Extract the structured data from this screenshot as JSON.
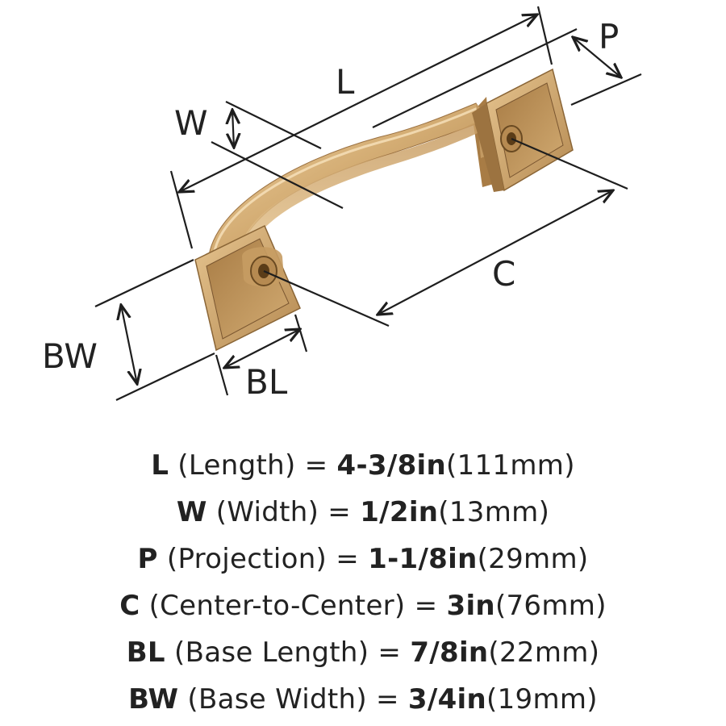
{
  "diagram": {
    "labels": {
      "L": "L",
      "W": "W",
      "P": "P",
      "C": "C",
      "BW": "BW",
      "BL": "BL"
    },
    "colors": {
      "line": "#1e1e1e",
      "metal_light": "#e9c894",
      "metal_mid": "#c9a067",
      "metal_dark": "#8a6536",
      "metal_shadow": "#6a4a22"
    }
  },
  "specs": [
    {
      "symbol": "L",
      "label": " (Length) = ",
      "value": "4-3/8in",
      "metric": "(111mm)"
    },
    {
      "symbol": "W",
      "label": " (Width) = ",
      "value": "1/2in",
      "metric": "(13mm)"
    },
    {
      "symbol": "P",
      "label": " (Projection) = ",
      "value": "1-1/8in",
      "metric": "(29mm)"
    },
    {
      "symbol": "C",
      "label": " (Center-to-Center) = ",
      "value": "3in",
      "metric": "(76mm)"
    },
    {
      "symbol": "BL",
      "label": " (Base Length) = ",
      "value": "7/8in",
      "metric": "(22mm)"
    },
    {
      "symbol": "BW",
      "label": " (Base Width) = ",
      "value": "3/4in",
      "metric": "(19mm)"
    }
  ]
}
